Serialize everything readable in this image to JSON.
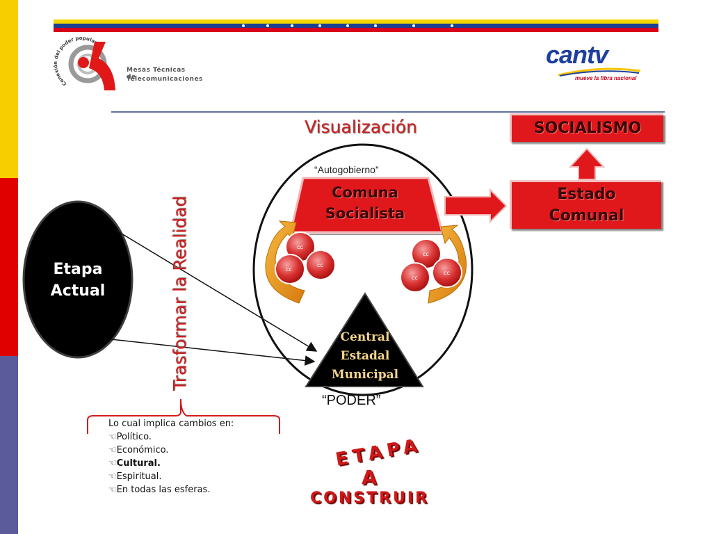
{
  "header": {
    "logo_left_arc_text": "Conexión del poder popular",
    "logo_left_caption_line1": "Mesas Técnicas de",
    "logo_left_caption_line2": "Telecomunicaciones",
    "logo_right_brand": "cantv",
    "logo_right_slogan": "mueve la fibra nacional"
  },
  "diagram": {
    "visualizacion": "Visualización",
    "socialismo": "SOCIALISMO",
    "autogobierno": "“Autogobierno”",
    "comuna_line1": "Comuna",
    "comuna_line2": "Socialista",
    "estado_line1": "Estado",
    "estado_line2": "Comunal",
    "cc_label": "cc",
    "central_line1": "Central",
    "central_line2": "Estadal",
    "central_line3": "Municipal",
    "poder": "“PODER”",
    "vertical_label": "Trasformar la Realidad",
    "etapa_actual_line1": "Etapa",
    "etapa_actual_line2": "Actual"
  },
  "cambios": {
    "intro": "Lo cual implica cambios en:",
    "items": [
      "Político.",
      "Económico.",
      "Cultural.",
      "Espiritual.",
      "En todas las esferas."
    ]
  },
  "construir": {
    "line1": "ETAPA",
    "line2": "A",
    "line3": "CONSTRUIR"
  },
  "colors": {
    "accent_red": "#e0181c",
    "arrow_orange": "#e8951c",
    "cc_red": "#d03030",
    "stripe_yellow": "#f7cf00",
    "stripe_red": "#e00000",
    "stripe_blue": "#5b5b9c"
  }
}
